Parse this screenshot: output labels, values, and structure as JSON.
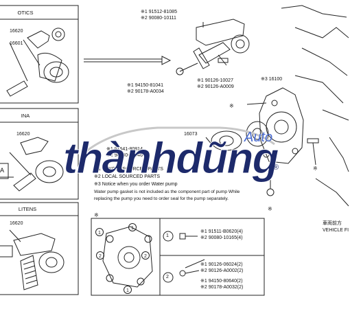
{
  "panels": {
    "top_title": "OTICS",
    "middle_title": "INA",
    "bottom_title": "LITENS",
    "top_labels": [
      "16620",
      "16601"
    ],
    "middle_label": "16620",
    "bottom_label": "16620",
    "middle_side_letter": "A"
  },
  "callouts": {
    "bracket": [
      "※1 91512-81085",
      "※2 90080-10111"
    ],
    "bolt_left": [
      "※1 94150-81041",
      "※2 90178-A0034"
    ],
    "bolt_mid": [
      "※1 90126-10027",
      "※2 90126-A0009"
    ],
    "pump_part": "※3 16100",
    "tensioner": "16073",
    "gasket_bolt": [
      "※1 91541-80814",
      "※2 90080-10046"
    ]
  },
  "legend": {
    "line1": "※1 TOYOTA SOURCED PARTS",
    "line2": "※2 LOCAL SOURCED PARTS",
    "line3": "※3  Notice when you order Water pump",
    "note": [
      "Water pump gasket is not included as the component part of pump While",
      "replacing the pump you need to order seal for the pump separately."
    ]
  },
  "detail_box": {
    "marker": "※",
    "row1_num": "1",
    "row1_parts": [
      "※1 91511-B0620(4)",
      "※2 90080-10165(4)"
    ],
    "row2_num": "2",
    "row2_parts": [
      "※1 90126-06024(2)",
      "※2 90126-A0002(2)"
    ],
    "row2_parts_b": [
      "※1 94150-80640(2)",
      "※2 90178-A0032(2)"
    ]
  },
  "vehicle": {
    "jp": "車両前方",
    "en": "VEHICLE FI"
  },
  "watermark": {
    "main": "thànhdũng",
    "small": "Auto"
  }
}
